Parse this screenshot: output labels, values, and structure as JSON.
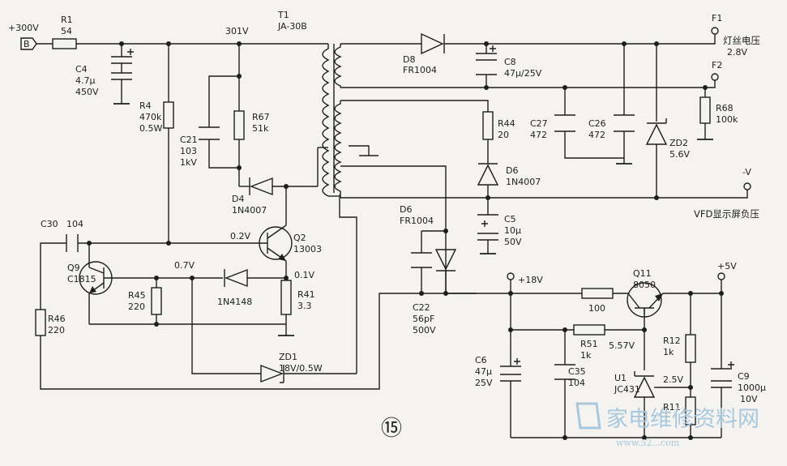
{
  "components": {
    "input": {
      "net": "+300V",
      "pin": "B"
    },
    "r1": {
      "ref": "R1",
      "value": "54"
    },
    "c4": {
      "ref": "C4",
      "value": "4.7μ",
      "rating": "450V"
    },
    "r4": {
      "ref": "R4",
      "value": "470k",
      "rating": "0.5W"
    },
    "t1": {
      "ref": "T1",
      "model": "JA-30B"
    },
    "net301": "301V",
    "c21": {
      "ref": "C21",
      "value": "103",
      "rating": "1kV"
    },
    "r67": {
      "ref": "R67",
      "value": "51k"
    },
    "d4": {
      "ref": "D4",
      "model": "1N4007"
    },
    "q2": {
      "ref": "Q2",
      "model": "13003"
    },
    "v02": "0.2V",
    "c30": {
      "ref": "C30",
      "value": "104"
    },
    "q9": {
      "ref": "Q9",
      "model": "C1815"
    },
    "v07": "0.7V",
    "v01": "0.1V",
    "r45": {
      "ref": "R45",
      "value": "220"
    },
    "d1n4148": "1N4148",
    "r41": {
      "ref": "R41",
      "value": "3.3"
    },
    "r46": {
      "ref": "R46",
      "value": "220"
    },
    "zd1": {
      "ref": "ZD1",
      "value": "18V/0.5W"
    },
    "d8": {
      "ref": "D8",
      "model": "FR1004"
    },
    "c8": {
      "ref": "C8",
      "value": "47μ/25V"
    },
    "r44": {
      "ref": "R44",
      "value": "20"
    },
    "c27": {
      "ref": "C27",
      "value": "472"
    },
    "c26": {
      "ref": "C26",
      "value": "472"
    },
    "d6a": {
      "ref": "D6",
      "model": "1N4007"
    },
    "c5": {
      "ref": "C5",
      "value": "10μ",
      "rating": "50V"
    },
    "zd2": {
      "ref": "ZD2",
      "value": "5.6V"
    },
    "r68": {
      "ref": "R68",
      "value": "100k"
    },
    "f1": "F1",
    "f2": "F2",
    "filament": {
      "label": "灯丝电压",
      "value": "2.8V"
    },
    "negv": "-V",
    "vfd": "VFD显示屏负压",
    "d6b": {
      "ref": "D6",
      "model": "FR1004"
    },
    "c22": {
      "ref": "C22",
      "value": "56pF",
      "rating": "500V"
    },
    "net18": "+18V",
    "r100": {
      "value": "100"
    },
    "q11": {
      "ref": "Q11",
      "model": "8050"
    },
    "net5": "+5V",
    "r51": {
      "ref": "R51",
      "value": "1k"
    },
    "v557": "5.57V",
    "r12": {
      "ref": "R12",
      "value": "1k"
    },
    "c6": {
      "ref": "C6",
      "value": "47μ",
      "rating": "25V"
    },
    "c35": {
      "ref": "C35",
      "value": "104"
    },
    "u1": {
      "ref": "U1",
      "model": "JC431"
    },
    "v25": "2.5V",
    "r11": {
      "ref": "R11"
    },
    "c9": {
      "ref": "C9",
      "value": "1000μ",
      "rating": "10V"
    }
  },
  "figure_number": "⑮",
  "watermark": {
    "text": "家电维修资料网",
    "url": "www.52...com"
  }
}
